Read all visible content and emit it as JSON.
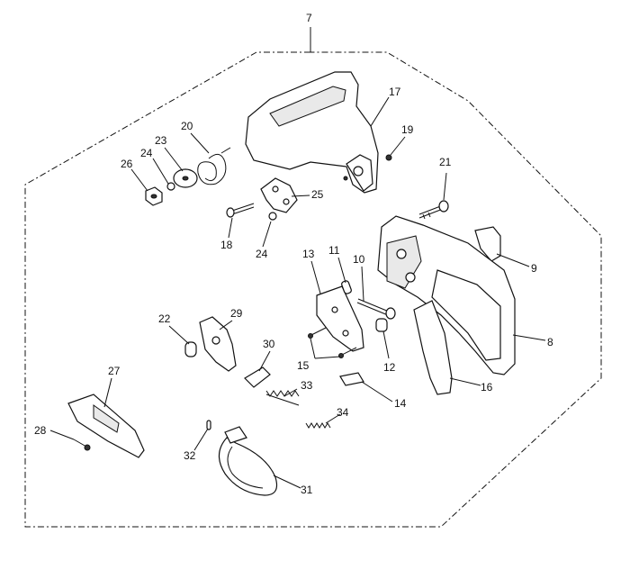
{
  "assembly_label": "7",
  "parts": [
    {
      "id": "p17",
      "number": "17"
    },
    {
      "id": "p19",
      "number": "19"
    },
    {
      "id": "p20",
      "number": "20"
    },
    {
      "id": "p21",
      "number": "21"
    },
    {
      "id": "p23",
      "number": "23"
    },
    {
      "id": "p24a",
      "number": "24"
    },
    {
      "id": "p26",
      "number": "26"
    },
    {
      "id": "p25",
      "number": "25"
    },
    {
      "id": "p18",
      "number": "18"
    },
    {
      "id": "p24b",
      "number": "24"
    },
    {
      "id": "p9",
      "number": "9"
    },
    {
      "id": "p13",
      "number": "13"
    },
    {
      "id": "p11",
      "number": "11"
    },
    {
      "id": "p10",
      "number": "10"
    },
    {
      "id": "p8",
      "number": "8"
    },
    {
      "id": "p22",
      "number": "22"
    },
    {
      "id": "p29",
      "number": "29"
    },
    {
      "id": "p30",
      "number": "30"
    },
    {
      "id": "p15",
      "number": "15"
    },
    {
      "id": "p12",
      "number": "12"
    },
    {
      "id": "p16",
      "number": "16"
    },
    {
      "id": "p27",
      "number": "27"
    },
    {
      "id": "p33",
      "number": "33"
    },
    {
      "id": "p14",
      "number": "14"
    },
    {
      "id": "p34",
      "number": "34"
    },
    {
      "id": "p28",
      "number": "28"
    },
    {
      "id": "p32",
      "number": "32"
    },
    {
      "id": "p31",
      "number": "31"
    }
  ]
}
